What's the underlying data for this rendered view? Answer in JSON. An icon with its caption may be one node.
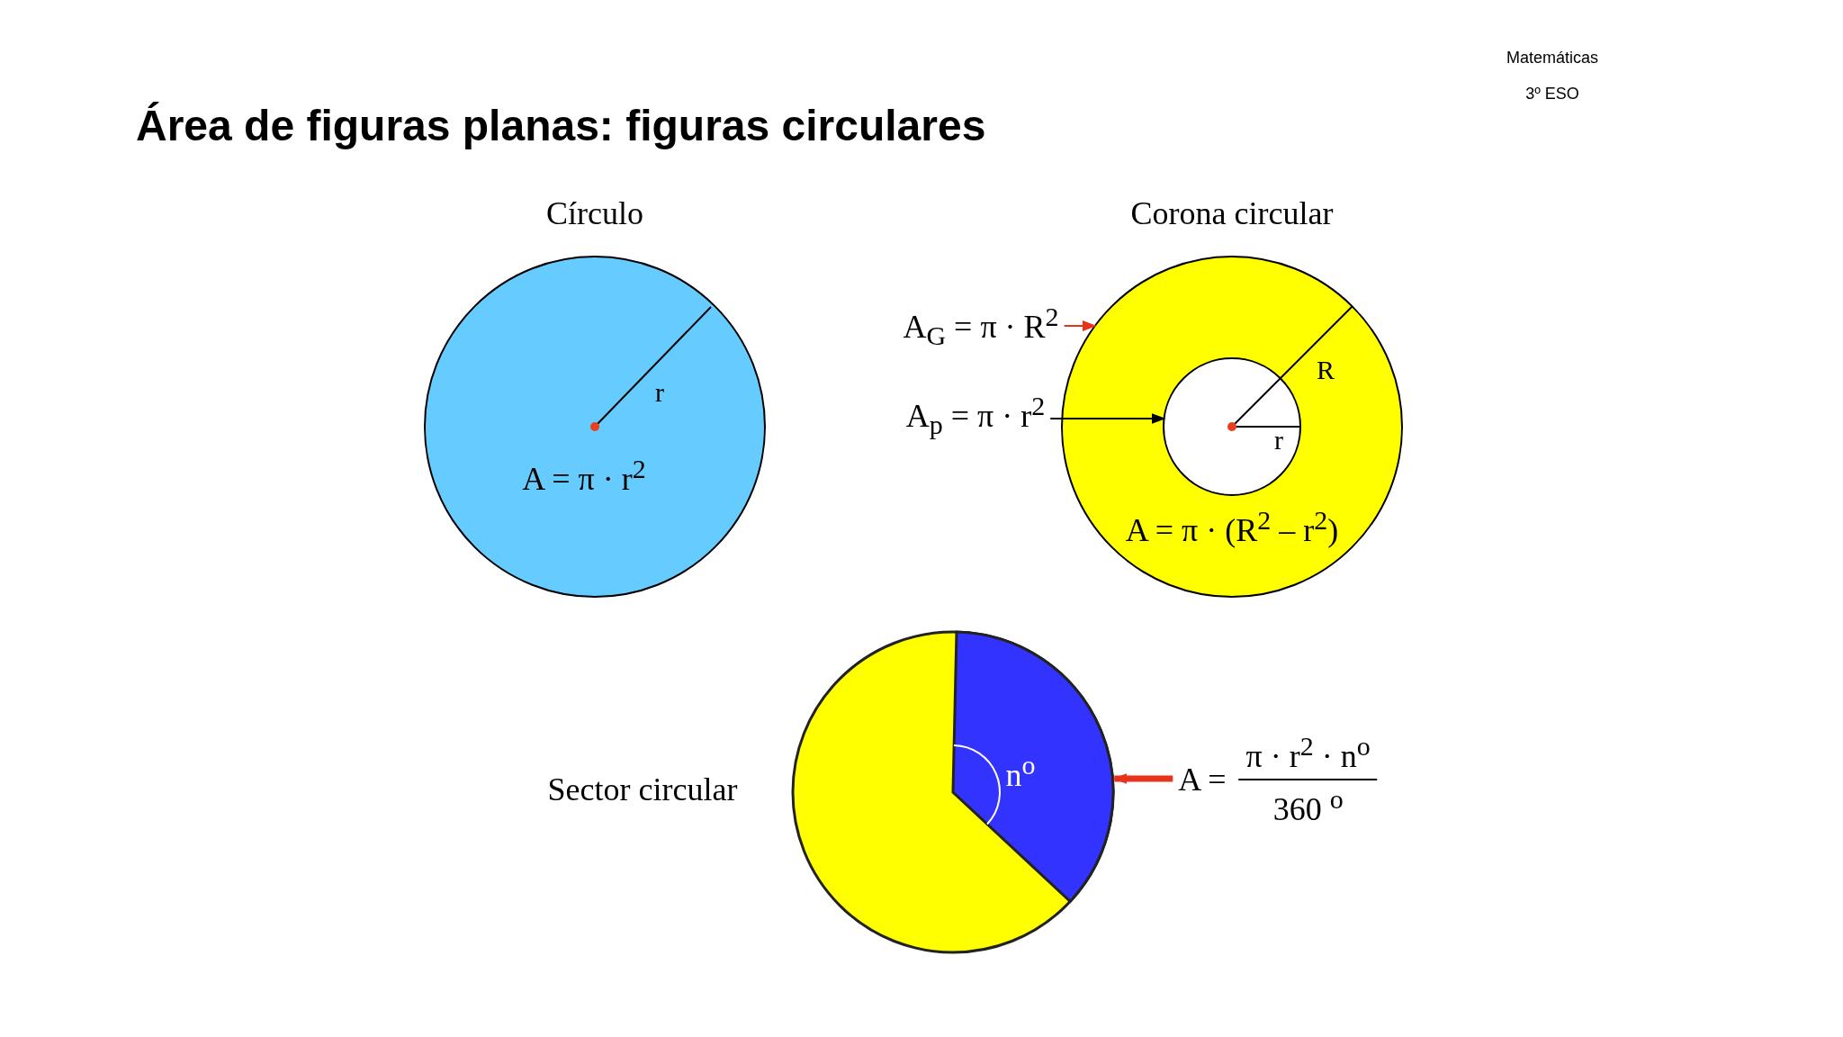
{
  "diagram": {
    "title": "Área de figuras planas:  figuras circulares",
    "nodes": [
      {
        "text": [
          "A$_{G}$ = π · R$^{2}$"
        ]
      },
      {
        "text": [],
        "shape": "circle"
      },
      {
        "text": [
          "A$_{p}$ = π · r$^{2}$"
        ]
      },
      {
        "text": [],
        "shape": "circle",
        "in": 1
      },
      {
        "text": [
          "A =",
          "π · r$^{2}$ · n$^{o}$",
          "360 $^{o}$"
        ]
      },
      {
        "text": [],
        "shape": "sector"
      }
    ],
    "edges": [
      {
        "from": 0,
        "to": 1,
        "arrow": "to"
      },
      {
        "from": 2,
        "to": 3,
        "arrow": "to",
        "color": "#000000"
      },
      {
        "from": 4,
        "to": 5,
        "arrow": "to",
        "style": "thick"
      }
    ],
    "labels": [
      "Matemáticas",
      "3º ESO",
      "Círculo",
      "Corona circular",
      "r",
      "A = π · r$^{2}$",
      "R",
      "r",
      "A = π · (R$^{2}$ – r$^{2}$)",
      "Sector circular",
      "n$^{o}$"
    ]
  }
}
